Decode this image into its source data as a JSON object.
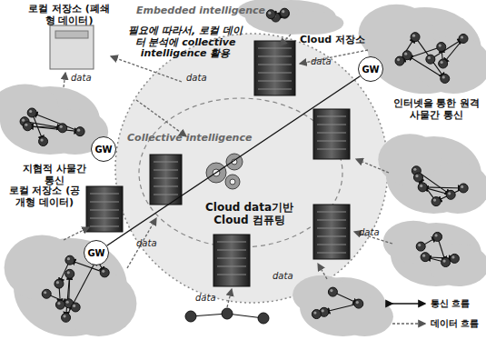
{
  "diagram": {
    "nodes": [
      {
        "text": [
          "GW"
        ]
      },
      {
        "text": [
          "GW"
        ]
      },
      {
        "text": [
          "GW"
        ]
      }
    ],
    "edges": [
      {
        "from": 2,
        "to": 0,
        "arrow": "none"
      }
    ],
    "labels": [
      "로컬 저장소 (폐쇄형 데이터)",
      "Embedded intelligence",
      "필요에 따라서, 로컬 데이터 분석에 collective intelligence 활용",
      "data",
      "Cloud 저장소",
      "data",
      "인터넷을 통한 원격 사물간 통신",
      "data",
      "Collective intelligence",
      "지협적 사물간 통신",
      "Cloud data기반 Cloud 컴퓨팅",
      "로컬 저장소 (공개형 데이터)",
      "data",
      "data",
      "data",
      "data"
    ],
    "legend": [
      {
        "text": "통신 흐름"
      },
      {
        "text": "데이터 흐름"
      }
    ]
  }
}
